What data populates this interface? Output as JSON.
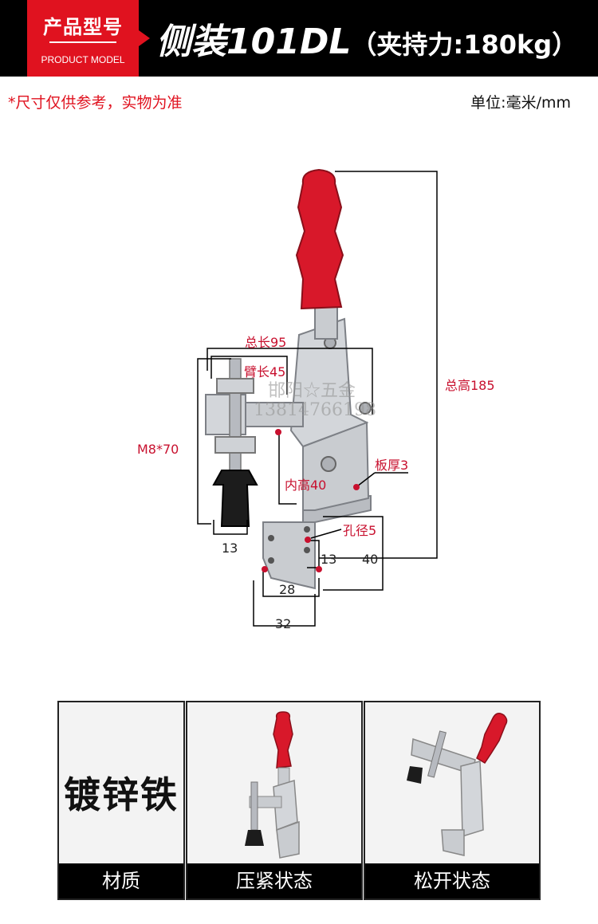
{
  "header": {
    "badge_cn": "产品型号",
    "badge_en": "PRODUCT MODEL",
    "title": "侧装101DL",
    "title_sub": "（夹持力:180kg）"
  },
  "notes": {
    "left": "*尺寸仅供参考，实物为准",
    "right": "单位:毫米/mm"
  },
  "dimensions": {
    "total_length": "总长95",
    "arm_length": "臂长45",
    "total_height": "总高185",
    "screw": "M8*70",
    "inner_height": "内高40",
    "plate_thickness": "板厚3",
    "hole_diameter": "孔径5",
    "foot_width": "13",
    "base_hole_spacing": "13",
    "base_height": "40",
    "base_hole_width": "28",
    "base_width": "32"
  },
  "watermark": {
    "line1": "邯阳☆五金",
    "line2": "13814766198"
  },
  "panels": [
    {
      "caption": "材质",
      "text": "镀锌铁"
    },
    {
      "caption": "压紧状态"
    },
    {
      "caption": "松开状态"
    }
  ],
  "colors": {
    "brand_red": "#e0121f",
    "handle_red": "#d8182a",
    "dimension_red": "#c8102e",
    "metal": "#c9ccd0"
  }
}
